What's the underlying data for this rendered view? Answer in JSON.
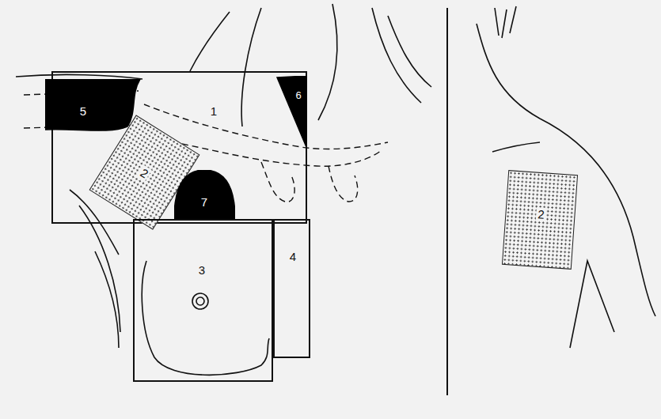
{
  "diagram": {
    "nodes": [
      {
        "text": [
          "1"
        ]
      },
      {
        "text": [
          "5"
        ],
        "in": 0
      },
      {
        "text": [
          "6"
        ],
        "in": 0
      },
      {
        "text": [
          "2"
        ],
        "in": 0
      },
      {
        "text": [
          "7"
        ],
        "in": 0
      },
      {
        "text": [
          "3"
        ]
      },
      {
        "text": [
          "4"
        ]
      },
      {
        "text": [
          "2"
        ]
      }
    ]
  }
}
